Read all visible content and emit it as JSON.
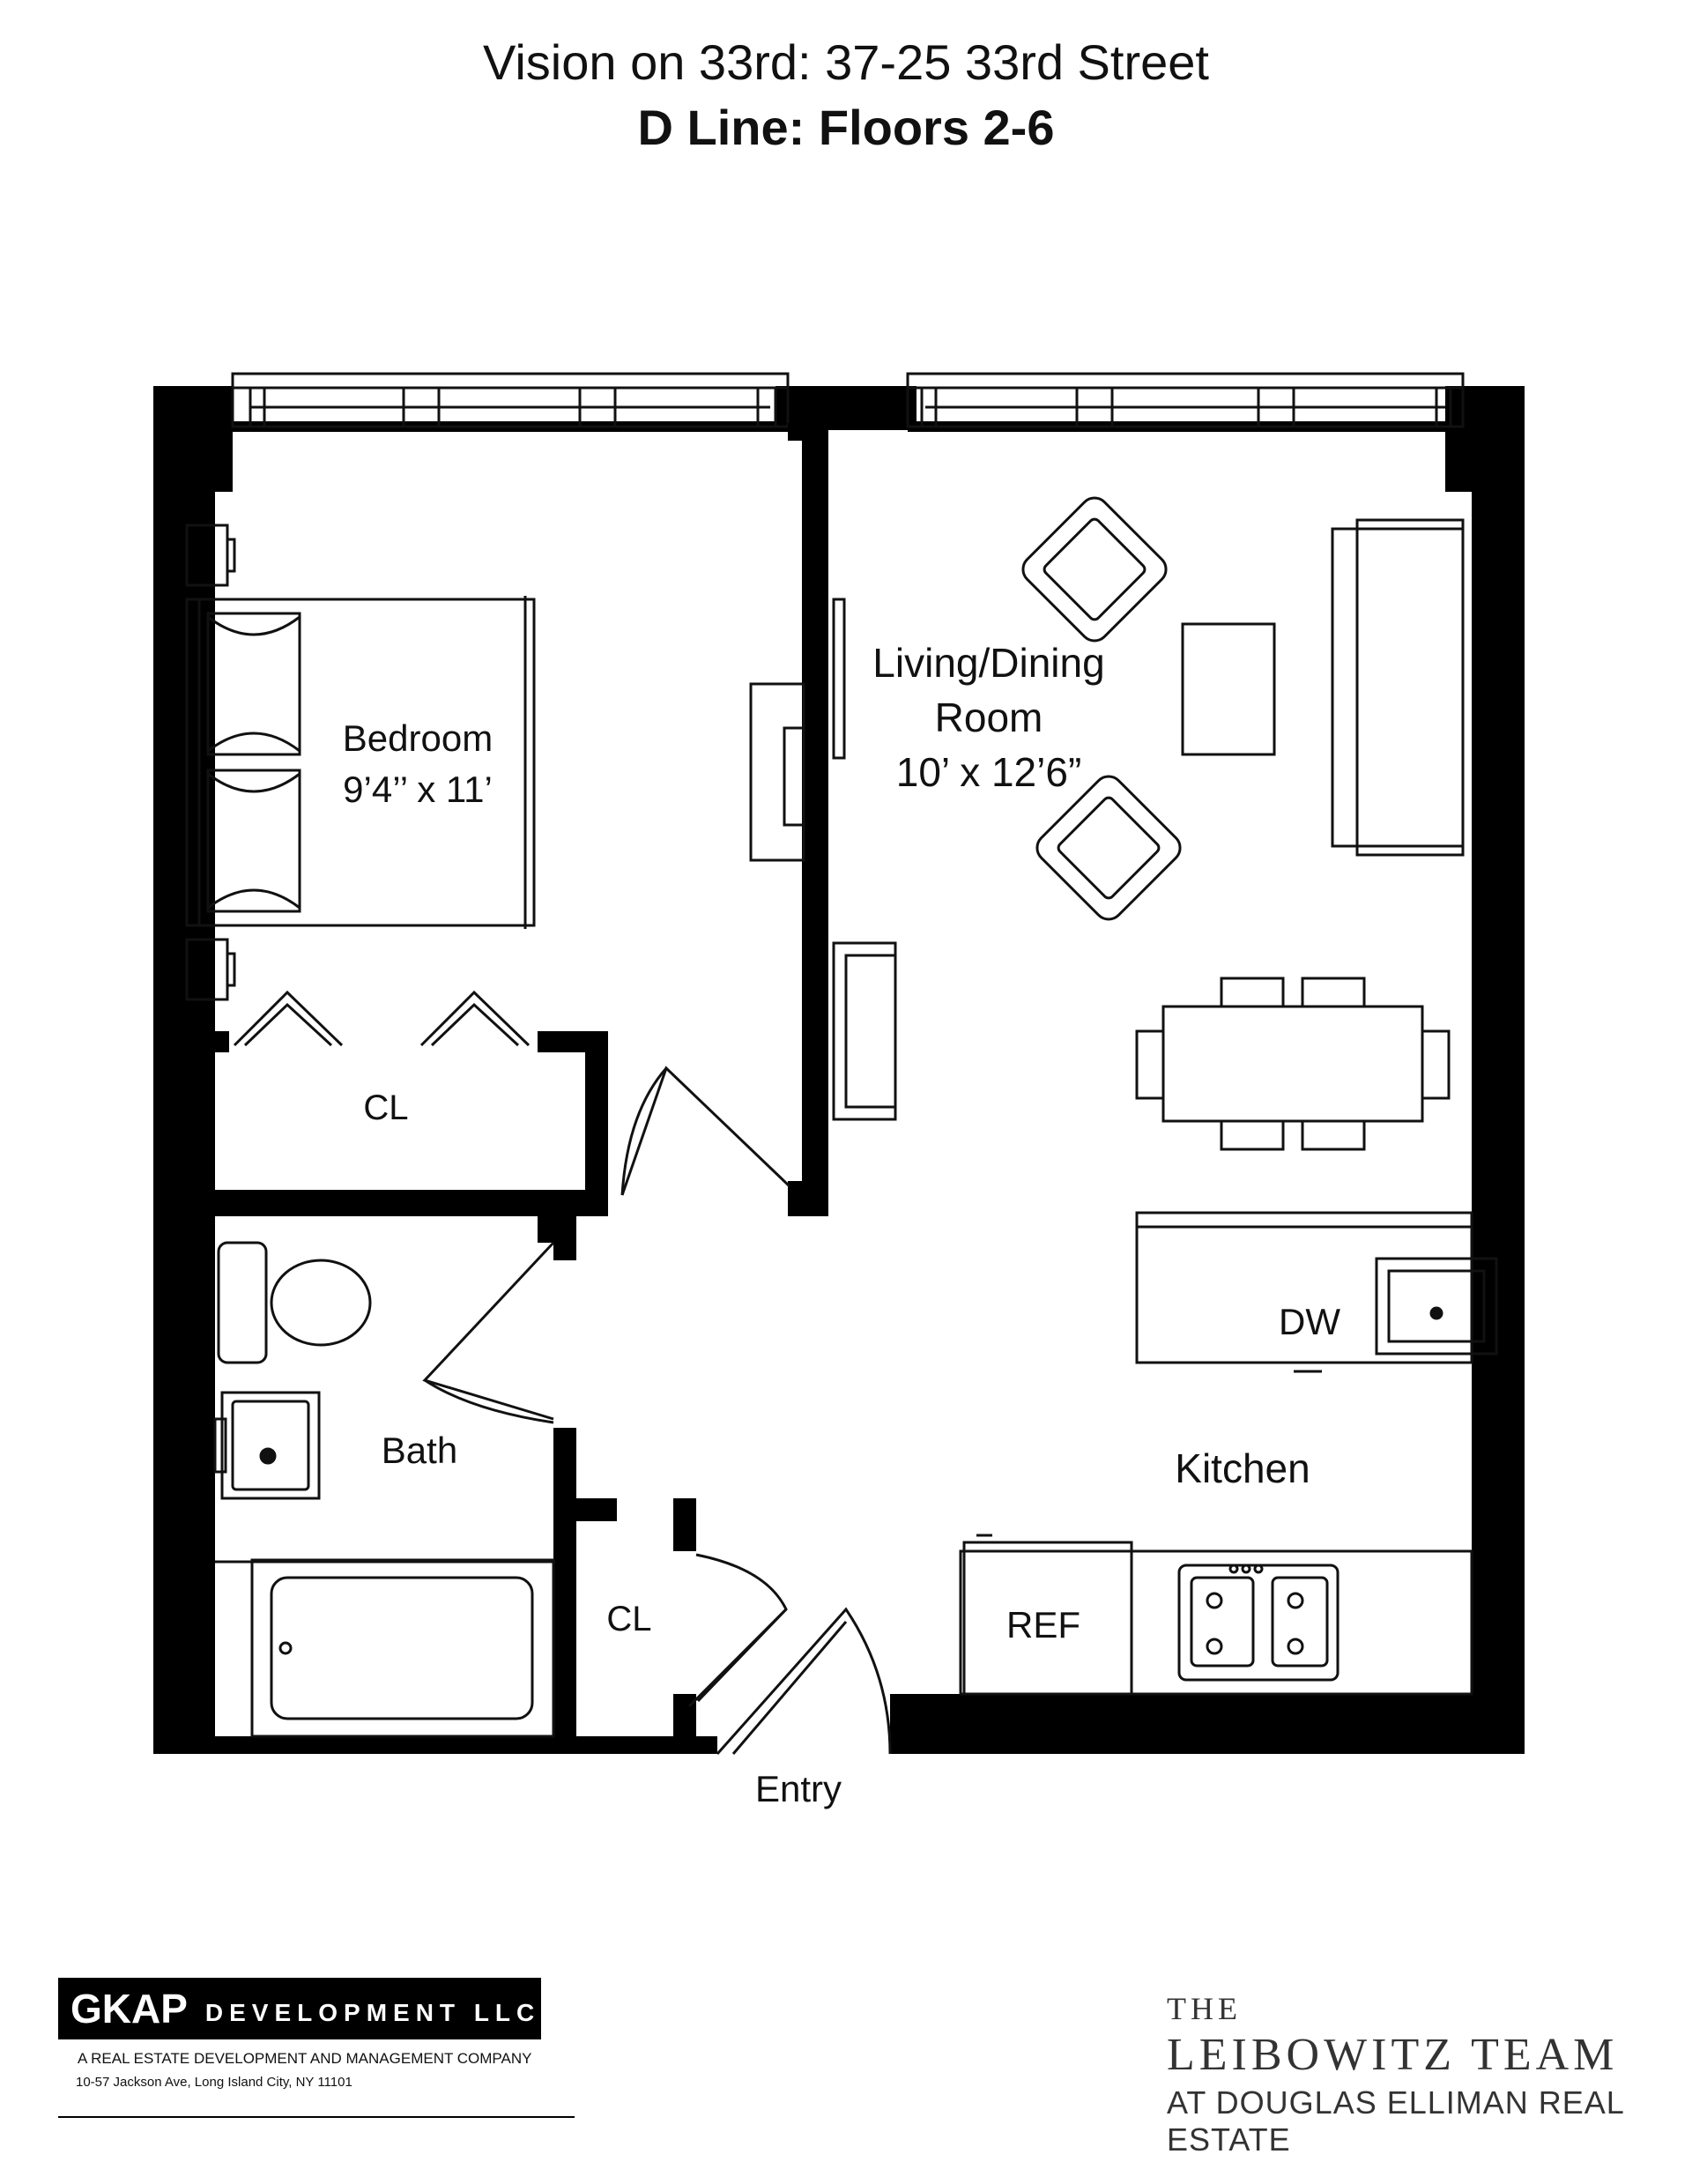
{
  "header": {
    "title": "Vision on 33rd: 37-25 33rd Street",
    "subtitle": "D Line: Floors 2-6"
  },
  "rooms": {
    "bedroom_name": "Bedroom",
    "bedroom_size": "9’4’’ x 11’",
    "living_name_1": "Living/Dining",
    "living_name_2": "Room",
    "living_size": "10’ x 12’6”",
    "bedroom_closet": "CL",
    "bath": "Bath",
    "entry_closet": "CL",
    "kitchen": "Kitchen",
    "dishwasher": "DW",
    "refrigerator": "REF",
    "entry": "Entry"
  },
  "footer": {
    "developer_name": "GKAP",
    "developer_suffix": "DEVELOPMENT LLC",
    "developer_tagline": "A REAL ESTATE DEVELOPMENT AND MANAGEMENT COMPANY",
    "developer_address": "10-57 Jackson Ave, Long Island City, NY 11101",
    "team_line1": "THE",
    "team_line2": "LEIBOWITZ TEAM",
    "team_line3": "AT DOUGLAS ELLIMAN REAL ESTATE"
  },
  "colors": {
    "wall": "#000000",
    "line": "#111111",
    "background": "#ffffff"
  }
}
